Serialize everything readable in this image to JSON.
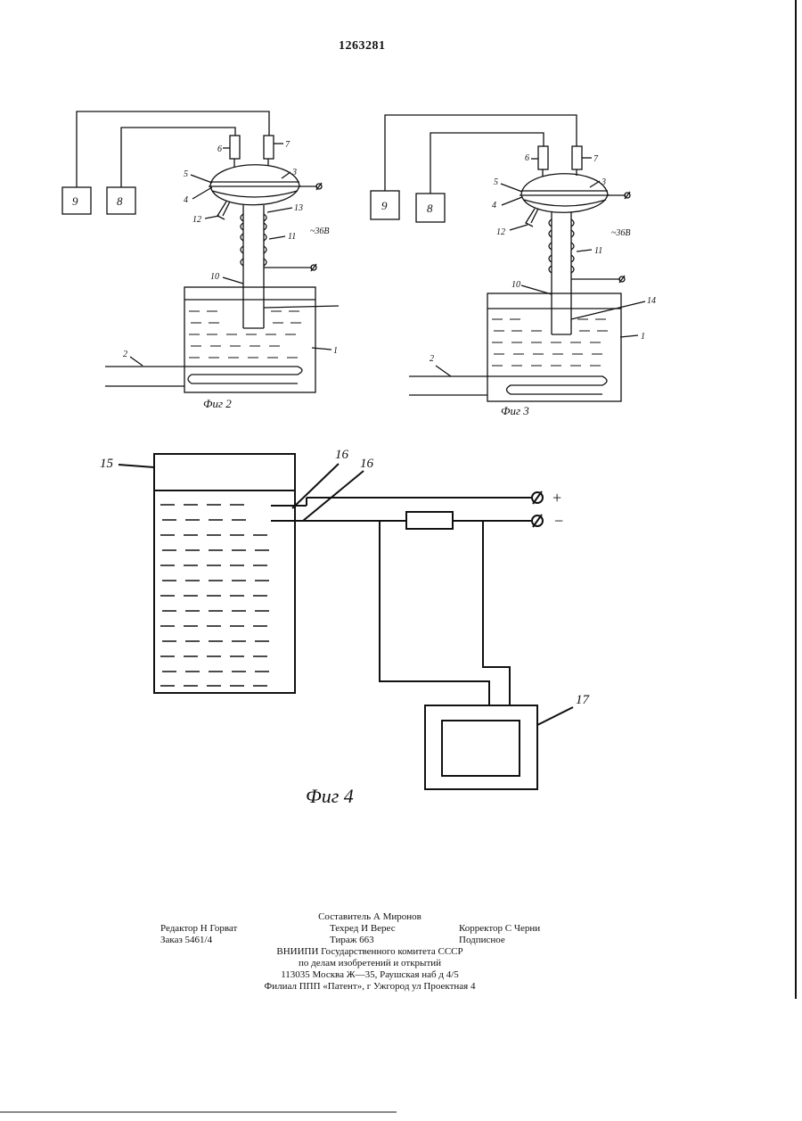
{
  "document": {
    "patent_number": "1263281"
  },
  "fig2": {
    "caption": "Фиг 2",
    "box_9": "9",
    "box_8": "8",
    "labels": {
      "l1": "1",
      "l2": "2",
      "l3": "3",
      "l4": "4",
      "l5": "5",
      "l6": "6",
      "l7": "7",
      "l10": "10",
      "l11": "11",
      "l12": "12",
      "l13": "13"
    },
    "voltage": "~36В"
  },
  "fig3": {
    "caption": "Фиг 3",
    "box_9": "9",
    "box_8": "8",
    "labels": {
      "l1": "1",
      "l2": "2",
      "l3": "3",
      "l4": "4",
      "l5": "5",
      "l6": "6",
      "l7": "7",
      "l10": "10",
      "l11": "11",
      "l12": "12",
      "l14": "14"
    },
    "voltage": "~36В"
  },
  "fig4": {
    "caption": "Фиг 4",
    "labels": {
      "l15": "15",
      "l16a": "16",
      "l16b": "16",
      "l17": "17"
    },
    "plus": "+",
    "minus": "−"
  },
  "imprint": {
    "compiler": "Составитель А Миронов",
    "editor": "Редактор Н Горват",
    "techred": "Техред И Верес",
    "corrector": "Корректор С Черни",
    "order": "Заказ 5461/4",
    "circulation": "Тираж 663",
    "subscription": "Подписное",
    "org_line1": "ВНИИПИ Государственного комитета СССР",
    "org_line2": "по делам изобретений и открытий",
    "address": "113035 Москва Ж—35, Раушская наб д 4/5",
    "branch": "Филиал ППП «Патент», г Ужгород ул Проектная 4"
  }
}
